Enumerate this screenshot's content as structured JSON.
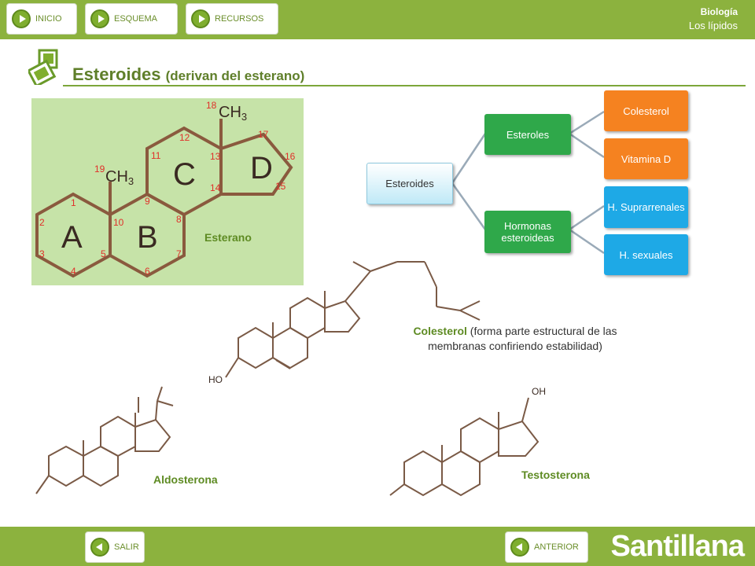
{
  "nav": {
    "inicio": "INICIO",
    "esquema": "ESQUEMA",
    "recursos": "RECURSOS"
  },
  "header": {
    "subject": "Biología",
    "topic": "Los lípidos"
  },
  "title": {
    "main": "Esteroides",
    "sub": "(derivan del esterano)"
  },
  "esterano": {
    "label": "Esterano",
    "rings": [
      "A",
      "B",
      "C",
      "D"
    ],
    "methyl": "CH",
    "methyl_sub": "3",
    "numbers": [
      "1",
      "2",
      "3",
      "4",
      "5",
      "6",
      "7",
      "8",
      "9",
      "10",
      "11",
      "12",
      "13",
      "14",
      "15",
      "16",
      "17",
      "18",
      "19"
    ]
  },
  "tree": {
    "root": "Esteroides",
    "esteroles": "Esteroles",
    "hormonas": "Hormonas esteroideas",
    "colesterol": "Colesterol",
    "vitamina_d": "Vitamina D",
    "suprarrenales": "H. Suprarrenales",
    "sexuales": "H. sexuales"
  },
  "colesterol": {
    "caption_bold": "Colesterol",
    "caption_rest": "(forma parte estructural de las membranas confiriendo estabilidad)",
    "ho": "HO"
  },
  "aldosterona": {
    "label": "Aldosterona"
  },
  "testosterona": {
    "label": "Testosterona",
    "oh": "OH"
  },
  "footer": {
    "salir": "SALIR",
    "anterior": "ANTERIOR",
    "brand": "Santillana"
  },
  "colors": {
    "bar": "#8cb23e",
    "title": "#5f7f2a",
    "green_box": "#2fa84a",
    "orange_box": "#f58220",
    "blue_box": "#1ea9e6"
  }
}
